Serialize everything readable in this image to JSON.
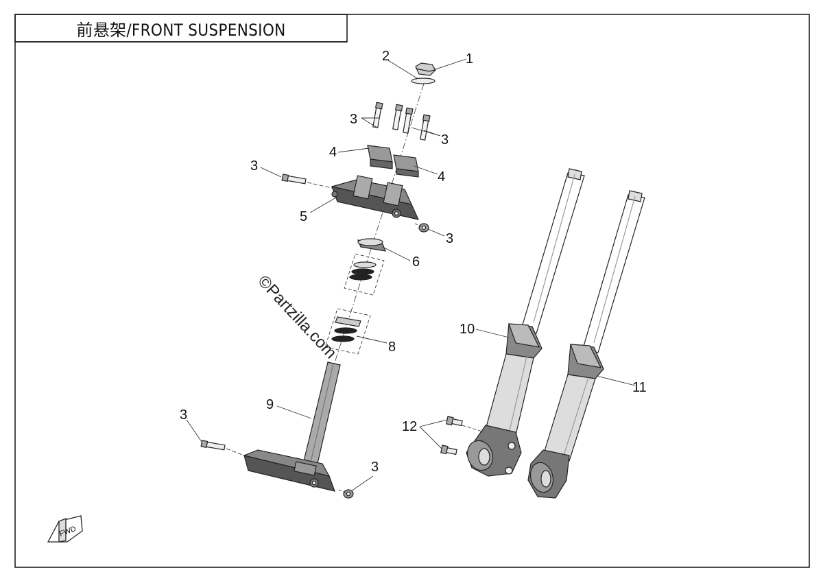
{
  "title": "前悬架/FRONT SUSPENSION",
  "watermark": "©Partzilla.com",
  "direction_mark": "FWD",
  "callouts": [
    {
      "id": "c1",
      "label": "1"
    },
    {
      "id": "c2",
      "label": "2"
    },
    {
      "id": "c3a",
      "label": "3"
    },
    {
      "id": "c3b",
      "label": "3"
    },
    {
      "id": "c3c",
      "label": "3"
    },
    {
      "id": "c3d",
      "label": "3"
    },
    {
      "id": "c3e",
      "label": "3"
    },
    {
      "id": "c3f",
      "label": "3"
    },
    {
      "id": "c4a",
      "label": "4"
    },
    {
      "id": "c4b",
      "label": "4"
    },
    {
      "id": "c5",
      "label": "5"
    },
    {
      "id": "c6",
      "label": "6"
    },
    {
      "id": "c8",
      "label": "8"
    },
    {
      "id": "c9",
      "label": "9"
    },
    {
      "id": "c10",
      "label": "10"
    },
    {
      "id": "c11",
      "label": "11"
    },
    {
      "id": "c12",
      "label": "12"
    }
  ]
}
